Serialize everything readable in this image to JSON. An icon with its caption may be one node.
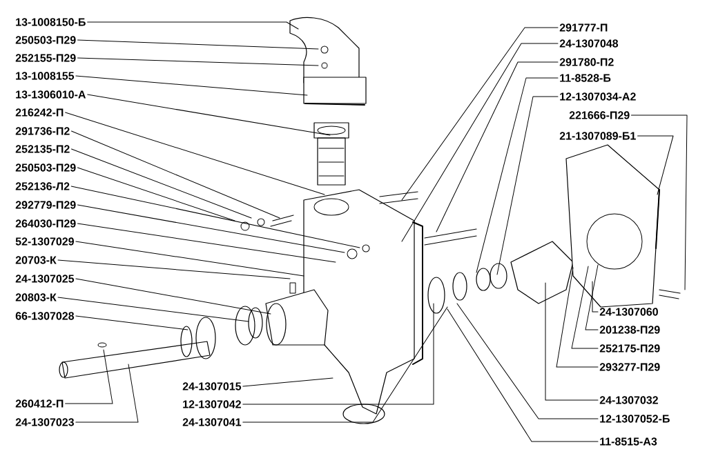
{
  "diagram": {
    "nodes": [
      {
        "text": [
          "13-1008150-Б"
        ]
      },
      {
        "text": [
          "250503-П29"
        ]
      },
      {
        "text": [
          "252155-П29"
        ]
      },
      {
        "text": [
          "13-1008155"
        ]
      },
      {
        "text": [
          "13-1306010-А"
        ]
      },
      {
        "text": [
          "216242-П"
        ]
      },
      {
        "text": [
          "291736-П2"
        ]
      },
      {
        "text": [
          "252135-П2"
        ]
      },
      {
        "text": [
          "250503-П29"
        ]
      },
      {
        "text": [
          "252136-Л2"
        ]
      },
      {
        "text": [
          "292779-П29"
        ]
      },
      {
        "text": [
          "264030-П29"
        ]
      },
      {
        "text": [
          "52-1307029"
        ]
      },
      {
        "text": [
          "20703-К"
        ]
      },
      {
        "text": [
          "24-1307025"
        ]
      },
      {
        "text": [
          "20803-К"
        ]
      },
      {
        "text": [
          "66-1307028"
        ]
      },
      {
        "text": [
          "260412-П"
        ]
      },
      {
        "text": [
          "24-1307023"
        ]
      },
      {
        "text": [
          "24-1307015"
        ]
      },
      {
        "text": [
          "12-1307042"
        ]
      },
      {
        "text": [
          "24-1307041"
        ]
      },
      {
        "text": [
          "291777-П"
        ]
      },
      {
        "text": [
          "24-1307048"
        ]
      },
      {
        "text": [
          "291780-П2"
        ]
      },
      {
        "text": [
          "11-8528-Б"
        ]
      },
      {
        "text": [
          "12-1307034-А2"
        ]
      },
      {
        "text": [
          "221666-П29"
        ]
      },
      {
        "text": [
          "21-1307089-Б1"
        ]
      },
      {
        "text": [
          "24-1307060"
        ]
      },
      {
        "text": [
          "201238-П29"
        ]
      },
      {
        "text": [
          "252175-П29"
        ]
      },
      {
        "text": [
          "293277-П29"
        ]
      },
      {
        "text": [
          "24-1307032"
        ]
      },
      {
        "text": [
          "12-1307052-Б"
        ]
      },
      {
        "text": [
          "11-8515-А3"
        ]
      }
    ],
    "edges": [
      {
        "from": 0,
        "to": null,
        "arrow": "none"
      },
      {
        "from": 1,
        "to": null,
        "arrow": "none"
      },
      {
        "from": 2,
        "to": null,
        "arrow": "none"
      },
      {
        "from": 3,
        "to": null,
        "arrow": "none"
      },
      {
        "from": 4,
        "to": null,
        "arrow": "none"
      },
      {
        "from": 5,
        "to": null,
        "arrow": "none"
      },
      {
        "from": 6,
        "to": null,
        "arrow": "none"
      },
      {
        "from": 7,
        "to": null,
        "arrow": "none"
      },
      {
        "from": 8,
        "to": null,
        "arrow": "none"
      },
      {
        "from": 9,
        "to": null,
        "arrow": "none"
      },
      {
        "from": 10,
        "to": null,
        "arrow": "none"
      },
      {
        "from": 11,
        "to": null,
        "arrow": "none"
      },
      {
        "from": 12,
        "to": null,
        "arrow": "none"
      },
      {
        "from": 13,
        "to": null,
        "arrow": "none"
      },
      {
        "from": 14,
        "to": null,
        "arrow": "none"
      },
      {
        "from": 15,
        "to": null,
        "arrow": "none"
      },
      {
        "from": 16,
        "to": null,
        "arrow": "none"
      },
      {
        "from": 17,
        "to": null,
        "arrow": "none"
      },
      {
        "from": 18,
        "to": null,
        "arrow": "none"
      },
      {
        "from": 19,
        "to": null,
        "arrow": "none"
      },
      {
        "from": 20,
        "to": null,
        "arrow": "none"
      },
      {
        "from": 21,
        "to": null,
        "arrow": "none"
      },
      {
        "from": 22,
        "to": null,
        "arrow": "none"
      },
      {
        "from": 23,
        "to": null,
        "arrow": "none"
      },
      {
        "from": 24,
        "to": null,
        "arrow": "none"
      },
      {
        "from": 25,
        "to": null,
        "arrow": "none"
      },
      {
        "from": 26,
        "to": null,
        "arrow": "none"
      },
      {
        "from": 27,
        "to": null,
        "arrow": "none"
      },
      {
        "from": 28,
        "to": null,
        "arrow": "none"
      },
      {
        "from": 29,
        "to": null,
        "arrow": "none"
      },
      {
        "from": 30,
        "to": null,
        "arrow": "none"
      },
      {
        "from": 31,
        "to": null,
        "arrow": "none"
      },
      {
        "from": 32,
        "to": null,
        "arrow": "none"
      },
      {
        "from": 33,
        "to": null,
        "arrow": "none"
      },
      {
        "from": 34,
        "to": null,
        "arrow": "none"
      },
      {
        "from": 35,
        "to": null,
        "arrow": "none"
      }
    ]
  }
}
